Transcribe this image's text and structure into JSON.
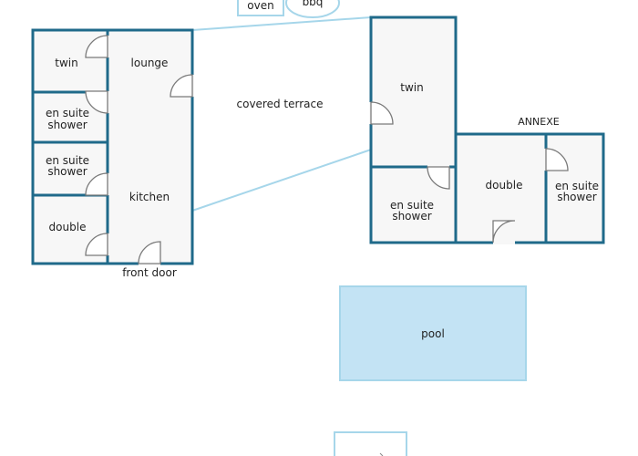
{
  "labels": {
    "oven": "oven",
    "bbq": "bbq",
    "annexe": "ANNEXE",
    "covered_terrace": "covered terrace",
    "front_door": "front door",
    "pool": "pool"
  },
  "main_house": {
    "twin": "twin",
    "lounge": "lounge",
    "ensuite_1": [
      "en suite",
      "shower"
    ],
    "ensuite_2": [
      "en suite",
      "shower"
    ],
    "kitchen": "kitchen",
    "double": "double"
  },
  "guest_block": {
    "twin": "twin",
    "ensuite": [
      "en suite",
      "shower"
    ]
  },
  "annexe": {
    "double": "double",
    "ensuite": [
      "en suite",
      "shower"
    ]
  },
  "colors": {
    "wall": "#1f6a8a",
    "outline_light": "#a6d6ea",
    "pool_fill": "#c3e3f4",
    "room_fill": "#f7f7f7"
  }
}
